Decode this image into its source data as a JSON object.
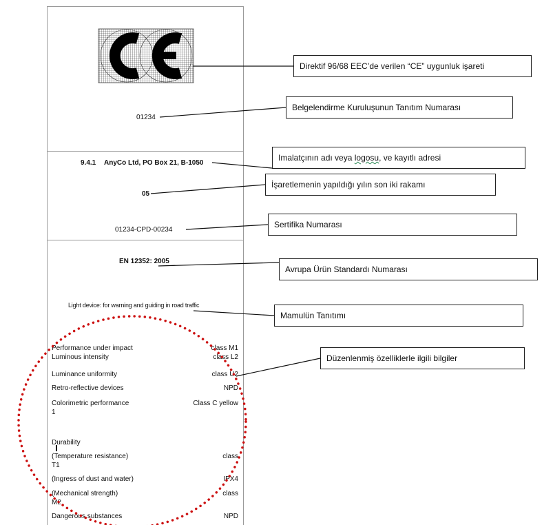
{
  "marking": {
    "ce_mark": "CE",
    "notified_body_number": "01234",
    "clause": "9.4.1",
    "manufacturer": "AnyCo Ltd, PO Box 21, B-1050",
    "year_digits": "05",
    "certificate_number": "01234-CPD-00234",
    "standard": "EN 12352: 2005",
    "product_description": "Light device:  for warning and guiding in road traffic"
  },
  "properties": [
    {
      "name": "Performance under impact",
      "value": "class M1"
    },
    {
      "name": "Luminous intensity",
      "value": "class L2"
    },
    {
      "name": "Luminance uniformity",
      "value": "class U2"
    },
    {
      "name": "Retro-reflective devices",
      "value": "NPD"
    },
    {
      "name": "Colorimetric performance",
      "value": "Class C yellow",
      "sub": "1"
    },
    {
      "name": "Durability",
      "value": ""
    },
    {
      "name": "(Temperature resistance)",
      "value": "class",
      "sub": "T1"
    },
    {
      "name": "(Ingress of dust and water)",
      "value": "IPX4"
    },
    {
      "name": "(Mechanical strength)",
      "value": "class",
      "sub": "M2"
    },
    {
      "name": "Dangerous substances",
      "value": "NPD"
    }
  ],
  "callouts": {
    "ce": {
      "pre": "Direktif 96/68 EEC’de verilen “CE” uygunluk işareti"
    },
    "body_id": {
      "pre": "Belgelendirme Kuruluşunun Tanıtım Numarası"
    },
    "manufacturer": {
      "pre": "Imalatçının adı veya ",
      "mid": "logosu",
      "post": ", ve kayıtlı adresi"
    },
    "year": {
      "pre": "İşaretlemenin yapıldığı yılın son iki rakamı"
    },
    "certificate": {
      "pre": "Sertifika Numarası"
    },
    "standard": {
      "pre": "Avrupa Ürün Standardı Numarası"
    },
    "product": {
      "pre": "Mamulün Tanıtımı"
    },
    "properties": {
      "pre": "Düzenlenmiş özelliklerle ilgili bilgiler"
    }
  },
  "colors": {
    "dotted_circle": "#cc1111",
    "grid": "#333333"
  }
}
